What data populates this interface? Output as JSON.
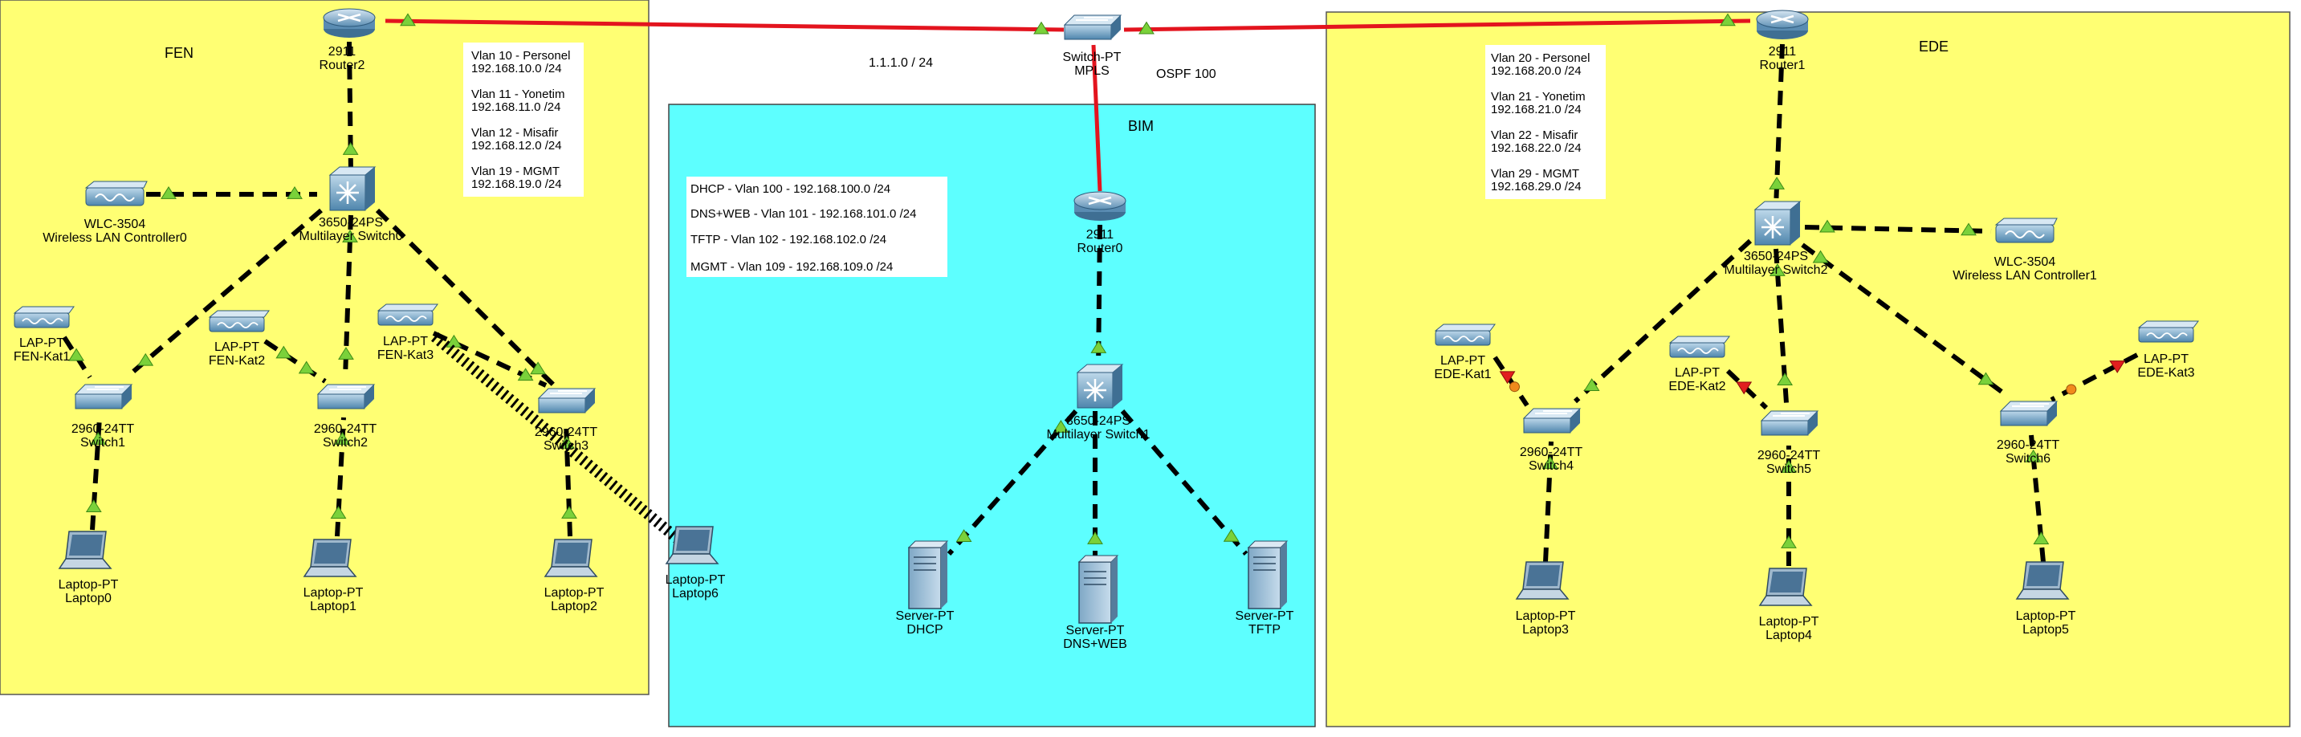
{
  "zones": [
    {
      "id": "fen",
      "label": "FEN",
      "color": "#ffff73"
    },
    {
      "id": "bim",
      "label": "BIM",
      "color": "#5dffff"
    },
    {
      "id": "ede",
      "label": "EDE",
      "color": "#ffff73"
    }
  ],
  "notes": {
    "fen": [
      "Vlan 10 - Personel",
      "192.168.10.0 /24",
      "Vlan 11 - Yonetim",
      "192.168.11.0 /24",
      "Vlan 12 - Misafir",
      "192.168.12.0 /24",
      "Vlan 19 - MGMT",
      "192.168.19.0 /24"
    ],
    "bim": [
      "DHCP - Vlan 100 - 192.168.100.0 /24",
      "DNS+WEB -  Vlan 101 - 192.168.101.0 /24",
      "TFTP - Vlan 102 - 192.168.102.0 /24",
      "MGMT - Vlan 109 - 192.168.109.0 /24"
    ],
    "ede": [
      "Vlan 20 - Personel",
      "192.168.20.0 /24",
      "Vlan 21 - Yonetim",
      "192.168.21.0 /24",
      "Vlan 22 - Misafir",
      "192.168.22.0 /24",
      "Vlan 29 - MGMT",
      "192.168.29.0 /24"
    ]
  },
  "free_text": {
    "subnet": "1.1.1.0 / 24",
    "ospf": "OSPF 100"
  },
  "devices": [
    {
      "id": "router2",
      "kind": "router",
      "model": "2911",
      "name": "Router2"
    },
    {
      "id": "mpls",
      "kind": "switch",
      "model": "Switch-PT",
      "name": "MPLS"
    },
    {
      "id": "router1",
      "kind": "router",
      "model": "2911",
      "name": "Router1"
    },
    {
      "id": "router0",
      "kind": "router",
      "model": "2911",
      "name": "Router0"
    },
    {
      "id": "mls0",
      "kind": "multilayer",
      "model": "3650-24PS",
      "name": "Multilayer Switch0"
    },
    {
      "id": "mls1",
      "kind": "multilayer",
      "model": "3650-24PS",
      "name": "Multilayer Switch1"
    },
    {
      "id": "mls2",
      "kind": "multilayer",
      "model": "3650-24PS",
      "name": "Multilayer Switch2"
    },
    {
      "id": "wlc0",
      "kind": "wlc",
      "model": "WLC-3504",
      "name": "Wireless LAN Controller0"
    },
    {
      "id": "wlc1",
      "kind": "wlc",
      "model": "WLC-3504",
      "name": "Wireless LAN Controller1"
    },
    {
      "id": "fenkat1",
      "kind": "ap",
      "model": "LAP-PT",
      "name": "FEN-Kat1"
    },
    {
      "id": "fenkat2",
      "kind": "ap",
      "model": "LAP-PT",
      "name": "FEN-Kat2"
    },
    {
      "id": "fenkat3",
      "kind": "ap",
      "model": "LAP-PT",
      "name": "FEN-Kat3"
    },
    {
      "id": "edekat1",
      "kind": "ap",
      "model": "LAP-PT",
      "name": "EDE-Kat1"
    },
    {
      "id": "edekat2",
      "kind": "ap",
      "model": "LAP-PT",
      "name": "EDE-Kat2"
    },
    {
      "id": "edekat3",
      "kind": "ap",
      "model": "LAP-PT",
      "name": "EDE-Kat3"
    },
    {
      "id": "switch1",
      "kind": "switch",
      "model": "2960-24TT",
      "name": "Switch1"
    },
    {
      "id": "switch2",
      "kind": "switch",
      "model": "2960-24TT",
      "name": "Switch2"
    },
    {
      "id": "switch3",
      "kind": "switch",
      "model": "2960-24TT",
      "name": "Switch3"
    },
    {
      "id": "switch4",
      "kind": "switch",
      "model": "2960-24TT",
      "name": "Switch4"
    },
    {
      "id": "switch5",
      "kind": "switch",
      "model": "2960-24TT",
      "name": "Switch5"
    },
    {
      "id": "switch6",
      "kind": "switch",
      "model": "2960-24TT",
      "name": "Switch6"
    },
    {
      "id": "laptop0",
      "kind": "laptop",
      "model": "Laptop-PT",
      "name": "Laptop0"
    },
    {
      "id": "laptop1",
      "kind": "laptop",
      "model": "Laptop-PT",
      "name": "Laptop1"
    },
    {
      "id": "laptop2",
      "kind": "laptop",
      "model": "Laptop-PT",
      "name": "Laptop2"
    },
    {
      "id": "laptop3",
      "kind": "laptop",
      "model": "Laptop-PT",
      "name": "Laptop3"
    },
    {
      "id": "laptop4",
      "kind": "laptop",
      "model": "Laptop-PT",
      "name": "Laptop4"
    },
    {
      "id": "laptop5",
      "kind": "laptop",
      "model": "Laptop-PT",
      "name": "Laptop5"
    },
    {
      "id": "laptop6",
      "kind": "laptop",
      "model": "Laptop-PT",
      "name": "Laptop6"
    },
    {
      "id": "dhcp",
      "kind": "server",
      "model": "Server-PT",
      "name": "DHCP"
    },
    {
      "id": "dnsweb",
      "kind": "server",
      "model": "Server-PT",
      "name": "DNS+WEB"
    },
    {
      "id": "tftp",
      "kind": "server",
      "model": "Server-PT",
      "name": "TFTP"
    }
  ],
  "links": [
    {
      "a": "router2",
      "b": "mpls",
      "type": "wan",
      "status": [
        "up",
        "up"
      ]
    },
    {
      "a": "mpls",
      "b": "router1",
      "type": "wan",
      "status": [
        "up",
        "up"
      ]
    },
    {
      "a": "mpls",
      "b": "router0",
      "type": "wan",
      "status": [
        "none",
        "none"
      ]
    },
    {
      "a": "router2",
      "b": "mls0",
      "type": "ethernet",
      "status": [
        "none",
        "up"
      ]
    },
    {
      "a": "wlc0",
      "b": "mls0",
      "type": "ethernet",
      "status": [
        "up",
        "up"
      ]
    },
    {
      "a": "mls0",
      "b": "switch1",
      "type": "ethernet",
      "status": [
        "none",
        "up"
      ]
    },
    {
      "a": "mls0",
      "b": "switch2",
      "type": "ethernet",
      "status": [
        "up",
        "up"
      ]
    },
    {
      "a": "mls0",
      "b": "switch3",
      "type": "ethernet",
      "status": [
        "none",
        "up"
      ]
    },
    {
      "a": "fenkat1",
      "b": "switch1",
      "type": "ethernet",
      "status": [
        "up",
        "none"
      ]
    },
    {
      "a": "fenkat2",
      "b": "switch2",
      "type": "ethernet",
      "status": [
        "up",
        "up"
      ]
    },
    {
      "a": "fenkat3",
      "b": "switch3",
      "type": "ethernet",
      "status": [
        "up",
        "up"
      ]
    },
    {
      "a": "laptop0",
      "b": "switch1",
      "type": "ethernet",
      "status": [
        "up",
        "up"
      ]
    },
    {
      "a": "laptop1",
      "b": "switch2",
      "type": "ethernet",
      "status": [
        "up",
        "up"
      ]
    },
    {
      "a": "laptop2",
      "b": "switch3",
      "type": "ethernet",
      "status": [
        "up",
        "up"
      ]
    },
    {
      "a": "laptop6",
      "b": "fenkat3",
      "type": "console",
      "status": [
        "none",
        "none"
      ]
    },
    {
      "a": "router0",
      "b": "mls1",
      "type": "ethernet",
      "status": [
        "none",
        "up"
      ]
    },
    {
      "a": "mls1",
      "b": "dhcp",
      "type": "ethernet",
      "status": [
        "up",
        "up"
      ]
    },
    {
      "a": "mls1",
      "b": "dnsweb",
      "type": "ethernet",
      "status": [
        "none",
        "up"
      ]
    },
    {
      "a": "mls1",
      "b": "tftp",
      "type": "ethernet",
      "status": [
        "none",
        "up"
      ]
    },
    {
      "a": "router1",
      "b": "mls2",
      "type": "ethernet",
      "status": [
        "none",
        "up"
      ]
    },
    {
      "a": "mls2",
      "b": "wlc1",
      "type": "ethernet",
      "status": [
        "up",
        "up"
      ]
    },
    {
      "a": "mls2",
      "b": "switch4",
      "type": "ethernet",
      "status": [
        "none",
        "up"
      ]
    },
    {
      "a": "mls2",
      "b": "switch5",
      "type": "ethernet",
      "status": [
        "up",
        "up"
      ]
    },
    {
      "a": "mls2",
      "b": "switch6",
      "type": "ethernet",
      "status": [
        "up",
        "up"
      ]
    },
    {
      "a": "edekat1",
      "b": "switch4",
      "type": "ethernet",
      "status": [
        "down",
        "waiting"
      ]
    },
    {
      "a": "edekat2",
      "b": "switch5",
      "type": "ethernet",
      "status": [
        "down",
        "none"
      ]
    },
    {
      "a": "edekat3",
      "b": "switch6",
      "type": "ethernet",
      "status": [
        "down",
        "waiting"
      ]
    },
    {
      "a": "laptop3",
      "b": "switch4",
      "type": "ethernet",
      "status": [
        "none",
        "up"
      ]
    },
    {
      "a": "laptop4",
      "b": "switch5",
      "type": "ethernet",
      "status": [
        "up",
        "up"
      ]
    },
    {
      "a": "laptop5",
      "b": "switch6",
      "type": "ethernet",
      "status": [
        "up",
        "up"
      ]
    }
  ]
}
